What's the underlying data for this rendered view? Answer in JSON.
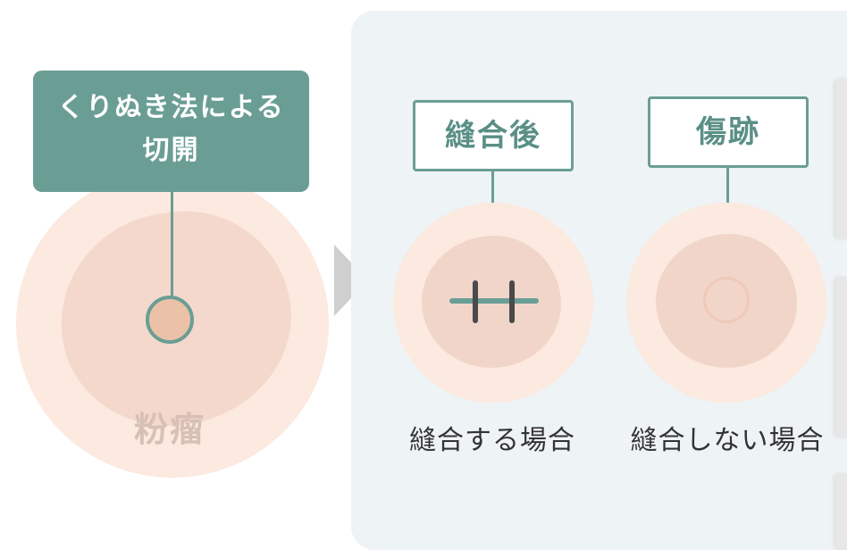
{
  "left": {
    "label_line1": "くりぬき法による",
    "label_line2": "切開",
    "cyst_label": "粉瘤"
  },
  "right": {
    "items": [
      {
        "tag": "縫合後",
        "caption": "縫合する場合"
      },
      {
        "tag": "傷跡",
        "caption": "縫合しない場合"
      }
    ]
  },
  "colors": {
    "accent": "#6a9e95",
    "skin_outer": "#fce9df",
    "skin_inner": "#f4d8cc",
    "panel_bg": "#eef3f5",
    "arrow": "#cfcfcf"
  },
  "icons": [
    "arrow-right-icon"
  ]
}
